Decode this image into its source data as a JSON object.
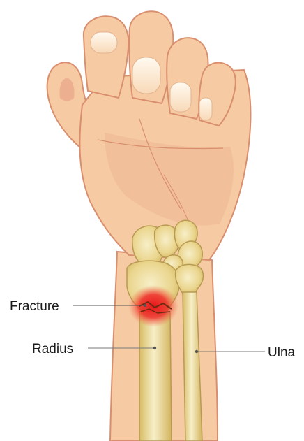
{
  "labels": {
    "fracture": "Fracture",
    "radius": "Radius",
    "ulna": "Ulna"
  },
  "colors": {
    "skin": "#f6caa3",
    "skin_shadow": "#e9a98a",
    "skin_outline": "#d98f6e",
    "nail": "#fde9cf",
    "bone": "#e9d68a",
    "bone_light": "#f7efc8",
    "bone_outline": "#b89a52",
    "fracture_glow": "#e8161b",
    "leader_line": "#7a7a7a"
  },
  "icons": [
    "hand-illustration",
    "wrist-bones",
    "fracture-glow"
  ]
}
